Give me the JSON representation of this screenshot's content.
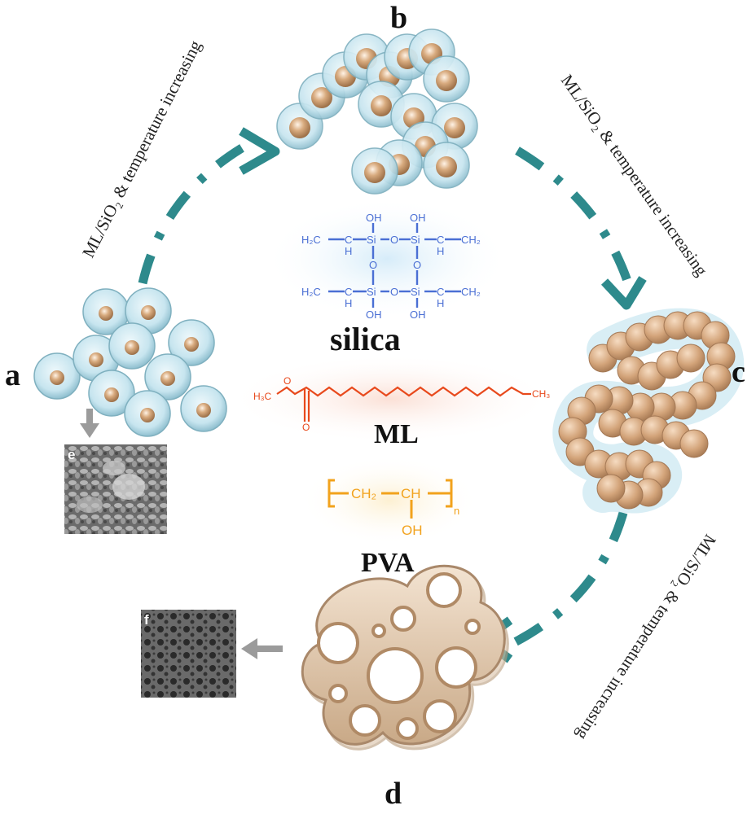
{
  "panels": {
    "a": "a",
    "b": "b",
    "c": "c",
    "d": "d"
  },
  "sem_labels": {
    "e": "e",
    "f": "f"
  },
  "arrows": {
    "a_to_b": "ML/SiO₂ & temperature increasing",
    "b_to_c": "ML/SiO₂ & temperature increasing",
    "c_to_d": "ML/SiO₂ & temperature increasing"
  },
  "chemicals": {
    "silica": {
      "name": "silica",
      "atoms": {
        "oh": "OH",
        "si": "Si",
        "o": "O",
        "h2c": "H₂C",
        "ch2": "CH₂",
        "ch": "C",
        "h": "H"
      }
    },
    "ml": {
      "name": "ML",
      "atoms": {
        "h3c": "H₃C",
        "o_ether": "O",
        "o_carbonyl": "O",
        "ch3": "CH₃"
      }
    },
    "pva": {
      "name": "PVA",
      "atoms": {
        "ch2": "CH₂",
        "ch": "CH",
        "oh": "OH",
        "n": "n"
      }
    }
  },
  "colors": {
    "arrow_teal": "#2e8a8c",
    "silica_blue": "#4a6fd4",
    "ml_red": "#e8491c",
    "pva_orange": "#f2a21c",
    "shell_blue": "#bfe3ef",
    "core_tan": "#c8996b",
    "gray_arrow": "#9b9b9b"
  }
}
